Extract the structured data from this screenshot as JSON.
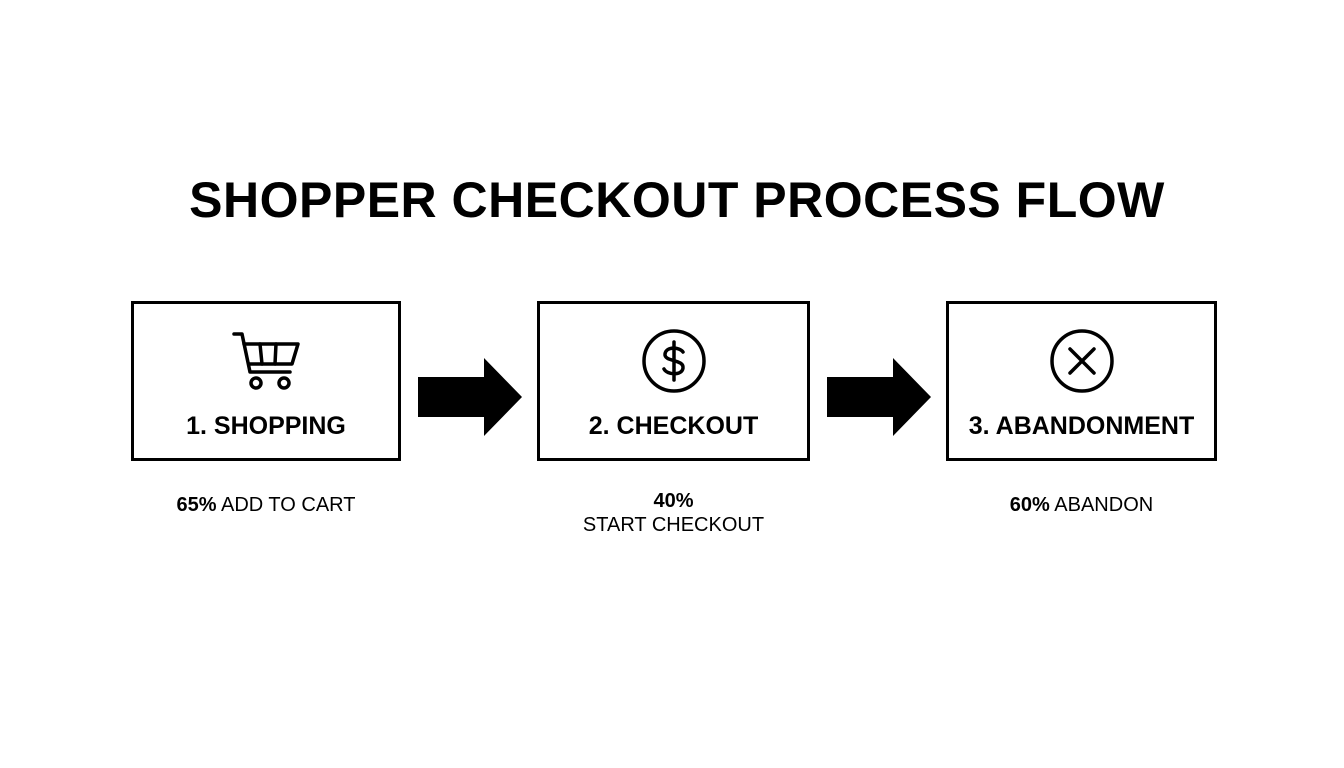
{
  "title": "SHOPPER CHECKOUT PROCESS FLOW",
  "colors": {
    "stroke": "#000000",
    "background": "#ffffff",
    "text": "#000000"
  },
  "steps": [
    {
      "label": "1. SHOPPING",
      "icon": "shopping-cart-icon",
      "metric_value": "65%",
      "metric_label": "ADD TO CART"
    },
    {
      "label": "2. CHECKOUT",
      "icon": "dollar-circle-icon",
      "metric_value": "40%",
      "metric_label": "START CHECKOUT"
    },
    {
      "label": "3. ABANDONMENT",
      "icon": "x-circle-icon",
      "metric_value": "60%",
      "metric_label": "ABANDON"
    }
  ],
  "connectors": [
    {
      "icon": "right-arrow-icon"
    },
    {
      "icon": "right-arrow-icon"
    }
  ]
}
